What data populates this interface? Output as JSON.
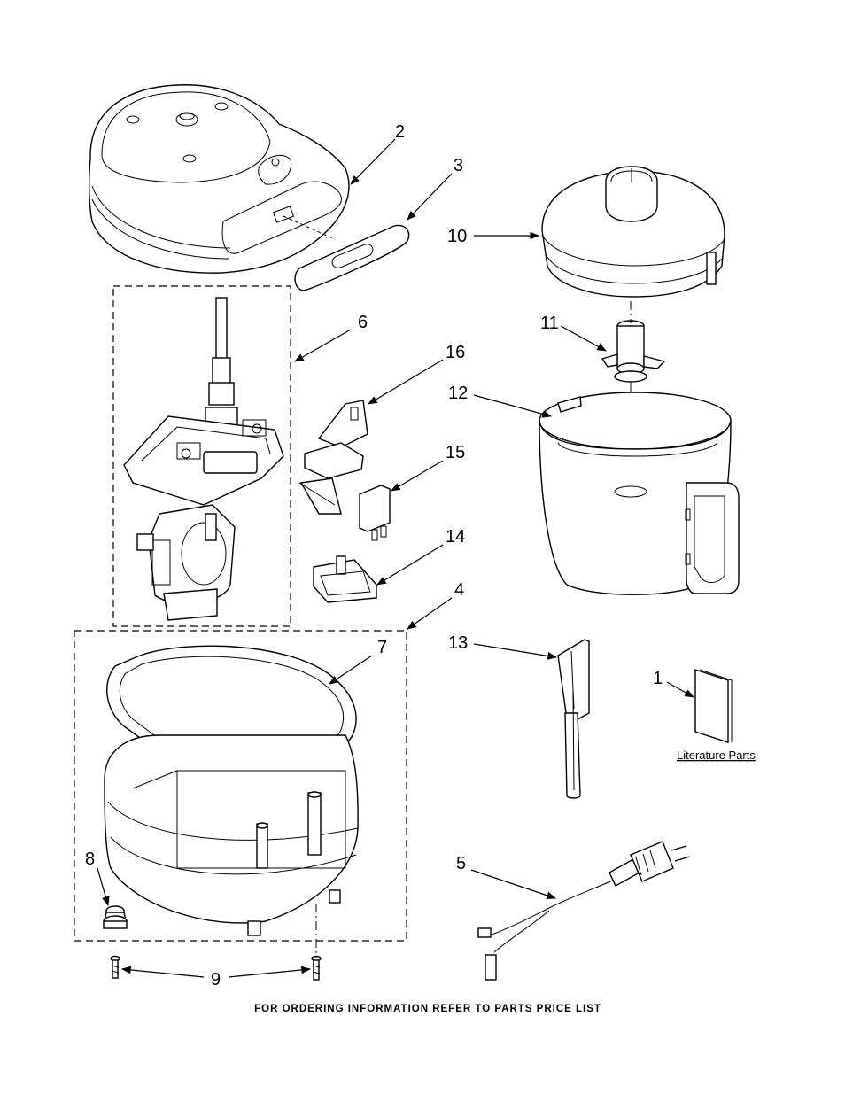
{
  "callouts": {
    "c1": "1",
    "c2": "2",
    "c3": "3",
    "c4": "4",
    "c5": "5",
    "c6": "6",
    "c7": "7",
    "c8": "8",
    "c9": "9",
    "c10": "10",
    "c11": "11",
    "c12": "12",
    "c13": "13",
    "c14": "14",
    "c15": "15",
    "c16": "16"
  },
  "literature_label": "Literature Parts",
  "footer": "FOR ORDERING INFORMATION REFER TO PARTS PRICE LIST"
}
